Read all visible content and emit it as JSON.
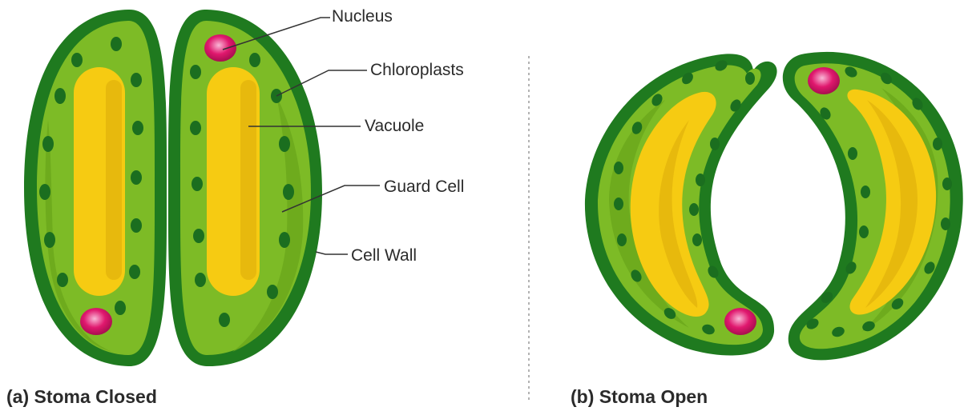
{
  "labels": {
    "nucleus": "Nucleus",
    "chloroplasts": "Chloroplasts",
    "vacuole": "Vacuole",
    "guard_cell": "Guard Cell",
    "cell_wall": "Cell Wall"
  },
  "captions": {
    "closed": "(a) Stoma Closed",
    "open": "(b) Stoma Open"
  },
  "colors": {
    "cell_wall": "#1f7a1f",
    "cytoplasm": "#7dbb26",
    "cytoplasm_shade": "#6aa81c",
    "vacuole": "#f6cb12",
    "vacuole_shade": "#e3b40c",
    "chloroplast": "#1b6e1f",
    "nucleus": "#e0186e",
    "nucleus_highlight": "#f59ac4",
    "leader_line": "#333333",
    "divider": "#9a9a9a"
  }
}
